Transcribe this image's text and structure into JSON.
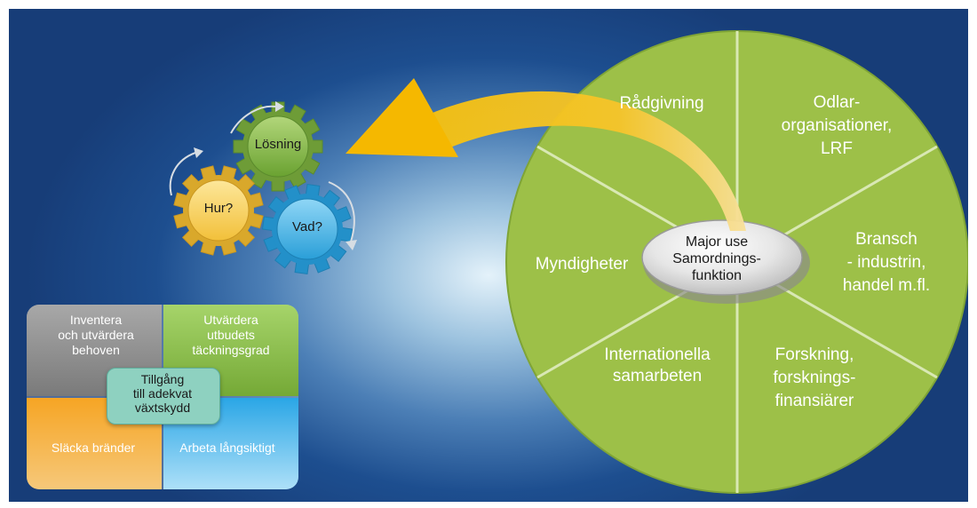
{
  "wheel": {
    "segments": [
      {
        "label": "Rådgivning"
      },
      {
        "label": "Odlar-\norganisationer,\nLRF"
      },
      {
        "label": "Bransch\n- industrin,\nhandel m.fl."
      },
      {
        "label": "Forskning,\nforsknings-\nfinansiärer"
      },
      {
        "label": "Internationella\nsamarbeten"
      },
      {
        "label": "Myndigheter"
      }
    ],
    "center": "Major use\nSamordnings-\nfunktion"
  },
  "gears": {
    "top": "Lösning",
    "left": "Hur?",
    "right": "Vad?"
  },
  "quadrant": {
    "top_left": "Inventera\noch utvärdera\nbehoven",
    "top_right": "Utvärdera\nutbudets\ntäckningsgrad",
    "bottom_left": "Släcka bränder",
    "bottom_right": "Arbeta långsiktigt",
    "center": "Tillgång\ntill adekvat\nväxtskydd"
  },
  "colors": {
    "wheel_green": "#9dc048",
    "gear_green": "#8cbd4a",
    "gear_yellow": "#fad35c",
    "gear_blue": "#4cb8ea",
    "quad_gray": "#8c8c8c",
    "quad_green": "#8bbd4c",
    "quad_orange": "#f29a1e",
    "quad_blue": "#3fb1e8",
    "quad_center": "#8ed1c0",
    "arrow_yellow": "#f5b800"
  }
}
